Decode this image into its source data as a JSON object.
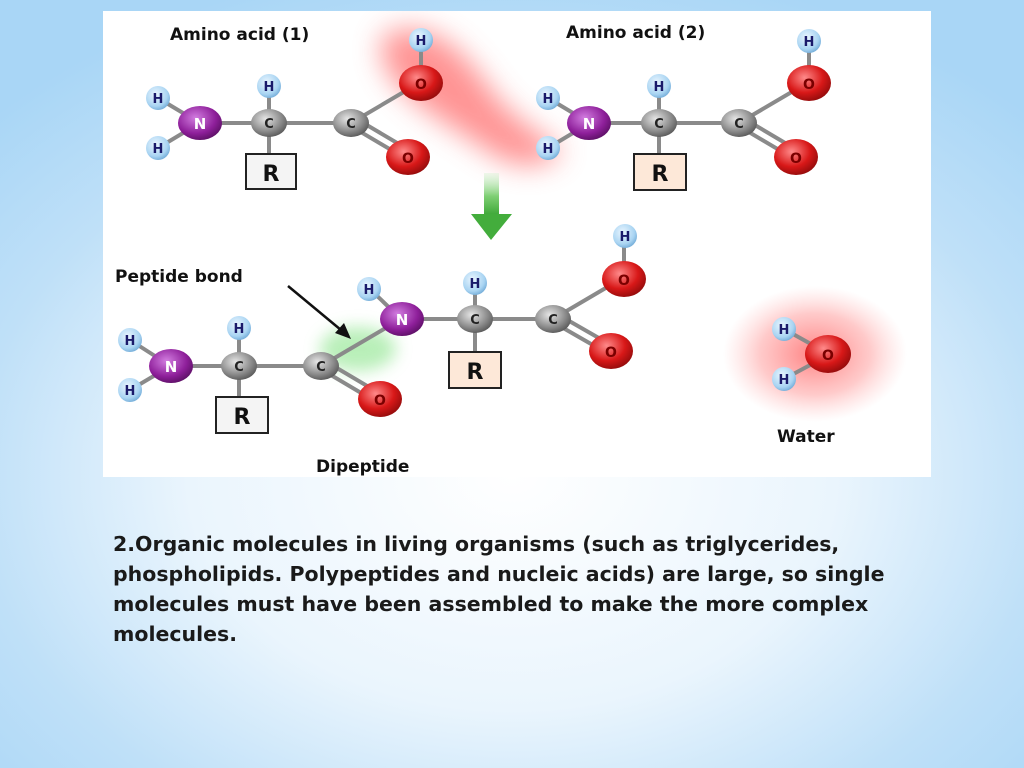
{
  "diagram": {
    "labels": {
      "amino_acid_1": "Amino acid (1)",
      "amino_acid_2": "Amino acid (2)",
      "peptide_bond": "Peptide bond",
      "dipeptide": "Dipeptide",
      "water": "Water"
    },
    "atoms": {
      "hydrogen": "H",
      "nitrogen": "N",
      "carbon": "C",
      "oxygen": "O",
      "r_group": "R"
    },
    "colors": {
      "hydrogen": "#a9d4f2",
      "nitrogen": "#8e1f9a",
      "carbon": "#8a8a8a",
      "oxygen": "#d81818",
      "highlight_red": "#ff6a6a",
      "highlight_green": "#9be89b",
      "arrow_green": "#4fb84a"
    }
  },
  "caption": {
    "text": "2.Organic molecules in living organisms (such as triglycerides, phospholipids. Polypeptides and nucleic acids) are large, so single molecules must have been assembled to make the more complex molecules."
  }
}
